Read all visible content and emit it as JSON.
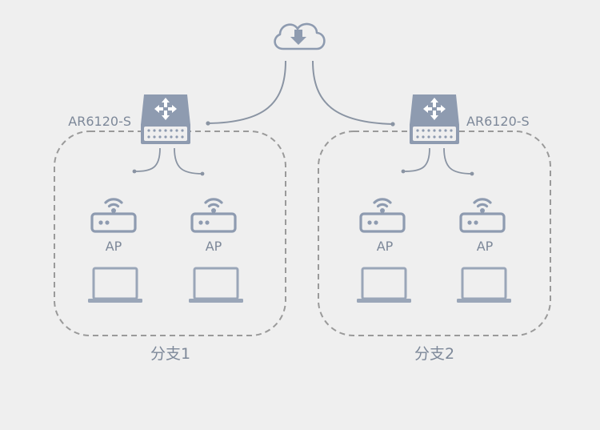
{
  "router_model": "AR6120-S",
  "ap_label": "AP",
  "branches": [
    {
      "label": "分支1"
    },
    {
      "label": "分支2"
    }
  ],
  "colors": {
    "background": "#efefef",
    "device_fill": "#8e9bb0",
    "device_stroke": "#9aa6b8",
    "link": "#8a94a3",
    "dashed_border": "#9a9a9a",
    "label_text": "#7d8899"
  },
  "icons": {
    "cloud": "cloud-download-icon",
    "router": "router-icon",
    "ap": "wifi-ap-icon",
    "laptop": "laptop-icon"
  }
}
